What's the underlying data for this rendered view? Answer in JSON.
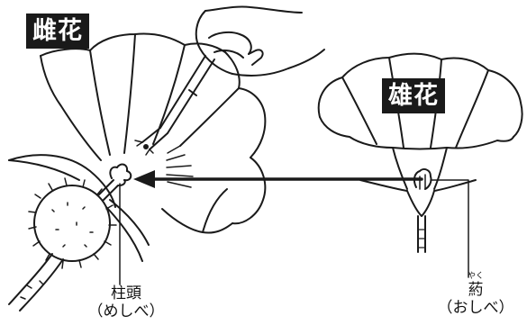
{
  "female": {
    "badge": "雌花"
  },
  "male": {
    "badge": "雄花"
  },
  "stigma": {
    "name": "柱頭",
    "note": "（めしべ）"
  },
  "anther": {
    "ruby": "やく",
    "name": "葯",
    "note": "（おしべ）"
  }
}
